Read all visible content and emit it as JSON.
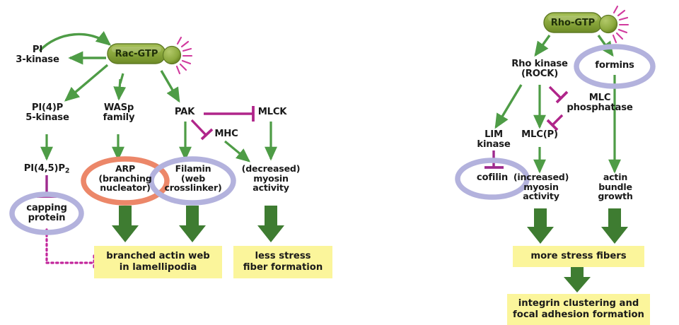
{
  "figure": {
    "title": "Rac and Rho GTPase signaling pathways controlling actin organization",
    "colors": {
      "gtp_capsule_green": "#87a539",
      "gtp_capsule_edge": "#5f7a24",
      "thin_arrow_green": "#4e9c46",
      "block_arrow_green": "#3e7c31",
      "inhibit_magenta": "#b0258a",
      "dotted_magenta": "#c2269b",
      "ellipse_lavender": "#b3b2dd",
      "ellipse_salmon": "#ec8769",
      "outcome_yellow": "#fbf59b",
      "starburst_magenta": "#d13a9e",
      "text_black": "#1a1a1a"
    }
  },
  "left_panel": {
    "name": "rac-pathway",
    "gtpase": {
      "label": "Rac-GTP",
      "icon": "starburst-icon"
    },
    "nodes": {
      "pi3kinase": "PI\n3-kinase",
      "pi4p5kinase": "PI(4)P\n5-kinase",
      "wasp": "WASp\nfamily",
      "pak": "PAK",
      "mlck": "MLCK",
      "mhc": "MHC",
      "pip2_line1": "PI(4,5)P",
      "pip2_sub": "2",
      "arp": "ARP\n(branching\nnucleator)",
      "filamin": "Filamin\n(web\ncrosslinker)",
      "myosin_dec": "(decreased)\nmyosin\nactivity",
      "capping": "capping\nprotein"
    },
    "outcomes": [
      {
        "name": "branched-actin-web-box",
        "text": "branched actin web\nin lamellipodia"
      },
      {
        "name": "less-stress-fiber-box",
        "text": "less stress\nfiber formation"
      }
    ]
  },
  "right_panel": {
    "name": "rho-pathway",
    "gtpase": {
      "label": "Rho-GTP",
      "icon": "starburst-icon"
    },
    "nodes": {
      "rock": "Rho kinase\n(ROCK)",
      "formins": "formins",
      "mlc_phos": "MLC\nphosphatase",
      "lim_kinase": "LIM\nkinase",
      "mlc_p": "MLC(P)",
      "cofilin": "cofilin",
      "myosin_inc": "(increased)\nmyosin\nactivity",
      "actin_bundle": "actin\nbundle\ngrowth"
    },
    "outcomes": [
      {
        "name": "more-stress-fibers-box",
        "text": "more stress fibers"
      },
      {
        "name": "integrin-clustering-box",
        "text": "integrin clustering and\nfocal adhesion formation"
      }
    ]
  }
}
